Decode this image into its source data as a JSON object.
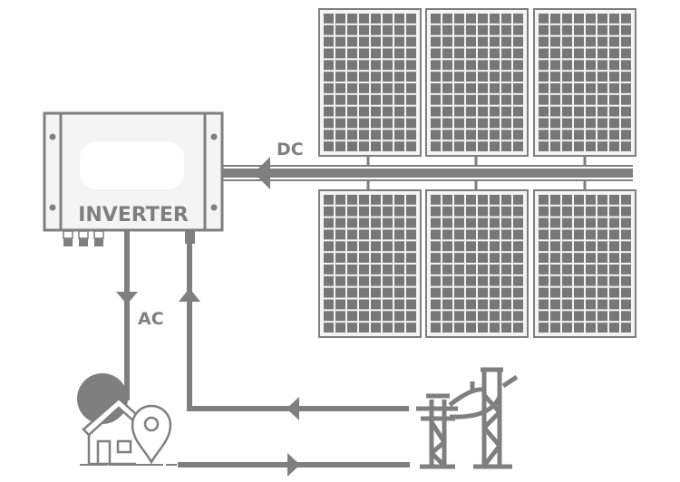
{
  "diagram": {
    "inverter_label": "INVERTER",
    "dc_label": "DC",
    "ac_label": "AC",
    "panel_rows": 2,
    "panels_per_row": 3,
    "cell_columns": 8,
    "cell_rows": 12,
    "icons": {
      "home": "house-with-location-pin-icon",
      "grid": "power-transmission-tower-icon"
    }
  },
  "colors": {
    "stroke": "#7f7f7f",
    "fill_light": "#f4f4f4",
    "cell": "#777777"
  }
}
